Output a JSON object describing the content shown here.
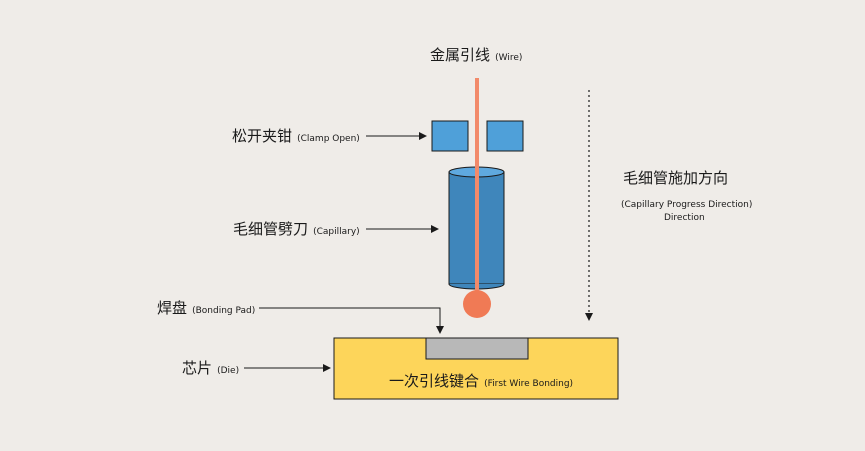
{
  "colors": {
    "background": "#efece8",
    "wire": "#f28a6a",
    "ball": "#f07a55",
    "clamp": "#4fa0d9",
    "capillary": "#3f86bb",
    "capillary_top": "#5fa9df",
    "die": "#fdd55a",
    "pad": "#b8b8b8",
    "stroke": "#1a1a1a"
  },
  "labels": {
    "wire": {
      "main": "金属引线",
      "sub": "(Wire)"
    },
    "clamp": {
      "main": "松开夹钳",
      "sub": "(Clamp Open)"
    },
    "capillary": {
      "main": "毛细管劈刀",
      "sub": "(Capillary)"
    },
    "pad": {
      "main": "焊盘",
      "sub": "(Bonding Pad)"
    },
    "die": {
      "main": "芯片",
      "sub": "(Die)"
    },
    "direction": {
      "main": "毛细管施加方向",
      "sub1": "(Capillary Progress Direction)",
      "sub2": "Direction"
    },
    "bonding": {
      "main": "一次引线键合",
      "sub": "(First Wire Bonding)"
    }
  }
}
